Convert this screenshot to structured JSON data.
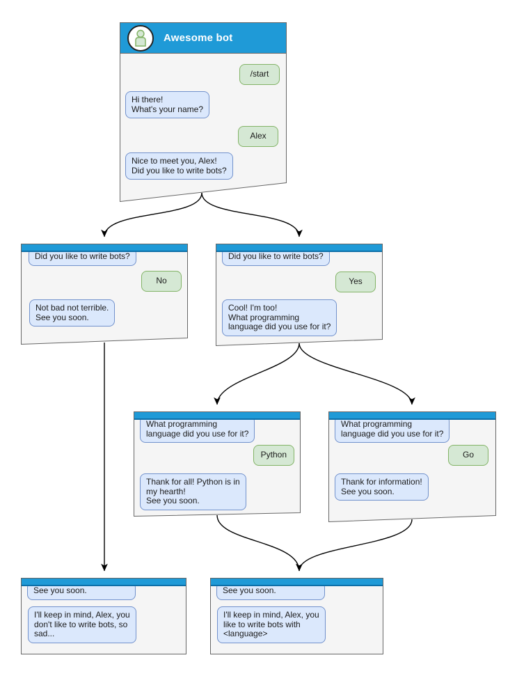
{
  "diagram_type": "chatbot-conversation-flow",
  "colors": {
    "titlebar_blue": "#1f9ad7",
    "titlebar_underline": "#0d6fa8",
    "window_fill": "#f5f5f5",
    "window_border": "#666666",
    "bot_bubble_fill": "#dbe8fc",
    "bot_bubble_border": "#7191cc",
    "user_bubble_fill": "#d5e8d4",
    "user_bubble_border": "#82b366",
    "arrow_color": "#000000"
  },
  "nodes": {
    "start": {
      "title": "Awesome bot",
      "messages": [
        {
          "from": "user",
          "text": "/start"
        },
        {
          "from": "bot",
          "text": "Hi there!\nWhat's your name?"
        },
        {
          "from": "user",
          "text": "Alex"
        },
        {
          "from": "bot",
          "text": "Nice to meet you, Alex!\nDid you like to write bots?"
        }
      ]
    },
    "no_branch": {
      "messages": [
        {
          "from": "bot",
          "text": "Did you like to write bots?"
        },
        {
          "from": "user",
          "text": "No"
        },
        {
          "from": "bot",
          "text": "Not bad not terrible.\nSee you soon."
        }
      ]
    },
    "yes_branch": {
      "messages": [
        {
          "from": "bot",
          "text": "Did you like to write bots?"
        },
        {
          "from": "user",
          "text": "Yes"
        },
        {
          "from": "bot",
          "text": "Cool! I'm too!\nWhat programming\nlanguage did you use for it?"
        }
      ]
    },
    "python_branch": {
      "messages": [
        {
          "from": "bot",
          "text": "What programming\nlanguage did you use for it?"
        },
        {
          "from": "user",
          "text": "Python"
        },
        {
          "from": "bot",
          "text": "Thank for all! Python is in\nmy hearth!\nSee you soon."
        }
      ]
    },
    "go_branch": {
      "messages": [
        {
          "from": "bot",
          "text": "What programming\nlanguage did you use for it?"
        },
        {
          "from": "user",
          "text": "Go"
        },
        {
          "from": "bot",
          "text": "Thank for information!\nSee you soon."
        }
      ]
    },
    "end_no": {
      "messages": [
        {
          "from": "bot",
          "text": "See you soon."
        },
        {
          "from": "bot",
          "text": "I'll keep in mind, Alex, you\ndon't like to write bots, so\nsad..."
        }
      ]
    },
    "end_yes": {
      "messages": [
        {
          "from": "bot",
          "text": "See you soon."
        },
        {
          "from": "bot",
          "text": "I'll keep in mind, Alex, you\nlike to write bots with\n<language>"
        }
      ]
    }
  }
}
